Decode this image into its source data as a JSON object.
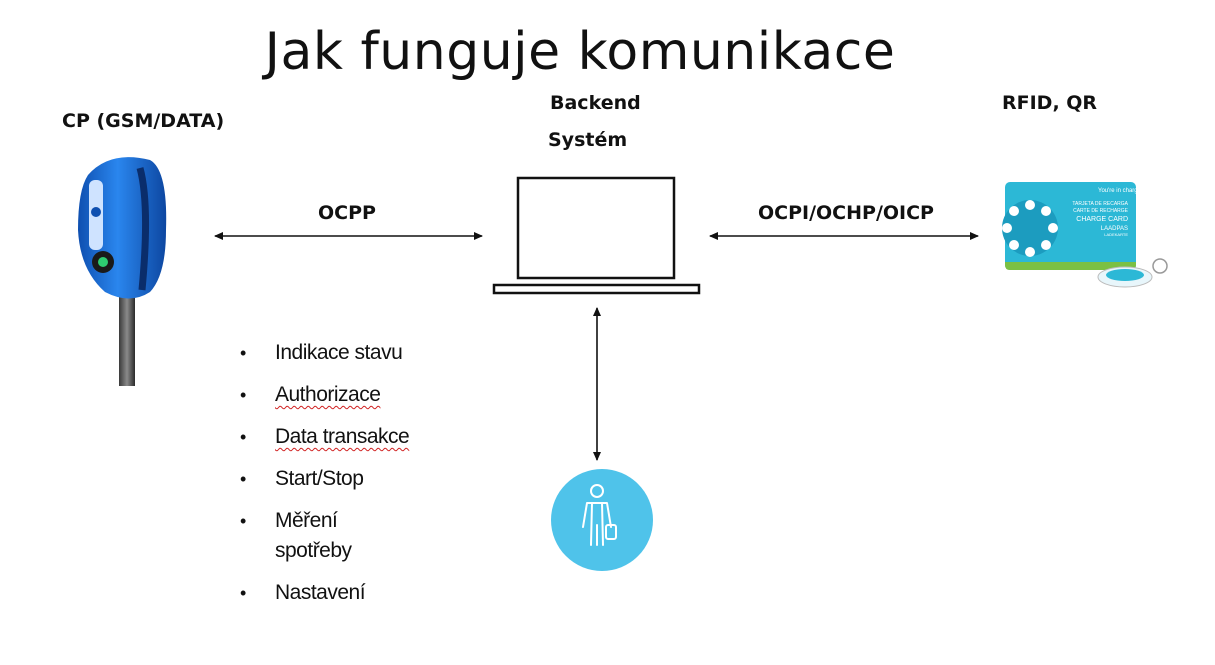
{
  "title": "Jak funguje komunikace",
  "labels": {
    "cp": "CP (GSM/DATA)",
    "backend_line1": "Backend",
    "backend_line2": "Systém",
    "rfid": "RFID, QR",
    "ocpp": "OCPP",
    "ocpi": "OCPI/OCHP/OICP"
  },
  "card": {
    "tagline": "You're in charge",
    "lines": [
      "TARJETA DE RECARGA",
      "CARTE DE RECHARGE",
      "CHARGE CARD",
      "LAADPAS",
      "LADEKARTE"
    ]
  },
  "bullets": [
    {
      "text": "Indikace stavu",
      "spell": false
    },
    {
      "text": "Authorizace",
      "spell": true
    },
    {
      "text": "Data transakce",
      "spell": true
    },
    {
      "text": "Start/Stop",
      "spell": false
    },
    {
      "text": "Měření spotřeby",
      "spell": false
    },
    {
      "text": "Nastavení",
      "spell": false
    }
  ],
  "colors": {
    "charger_blue": "#1e6ed8",
    "card_teal": "#2cb8d6",
    "card_green": "#7bc043",
    "user_circle": "#4fc3ea",
    "arrow": "#111111"
  }
}
